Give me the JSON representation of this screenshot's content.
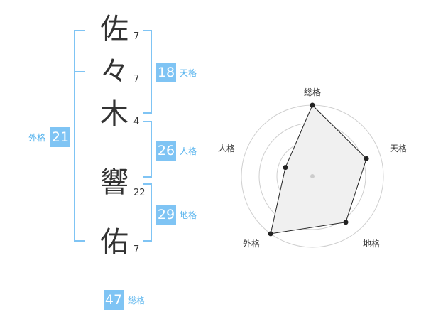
{
  "name": {
    "characters": [
      {
        "char": "佐",
        "strokes": "7"
      },
      {
        "char": "々",
        "strokes": "7"
      },
      {
        "char": "木",
        "strokes": "4"
      },
      {
        "char": "響",
        "strokes": "22"
      },
      {
        "char": "佑",
        "strokes": "7"
      }
    ]
  },
  "fortune": {
    "tenkaku": {
      "value": "18",
      "label": "天格"
    },
    "jinkaku": {
      "value": "26",
      "label": "人格"
    },
    "chikaku": {
      "value": "29",
      "label": "地格"
    },
    "gaikaku": {
      "value": "21",
      "label": "外格"
    },
    "soukaku": {
      "value": "47",
      "label": "総格"
    }
  },
  "colors": {
    "accent": "#7fc4f4",
    "accent_text": "#58b4ee",
    "text": "#333333"
  },
  "chart_data": {
    "type": "radar",
    "axes": [
      "総格",
      "天格",
      "地格",
      "外格",
      "人格"
    ],
    "values": [
      5,
      4,
      4,
      5,
      2
    ],
    "range": [
      0,
      5
    ],
    "rings": 4
  }
}
